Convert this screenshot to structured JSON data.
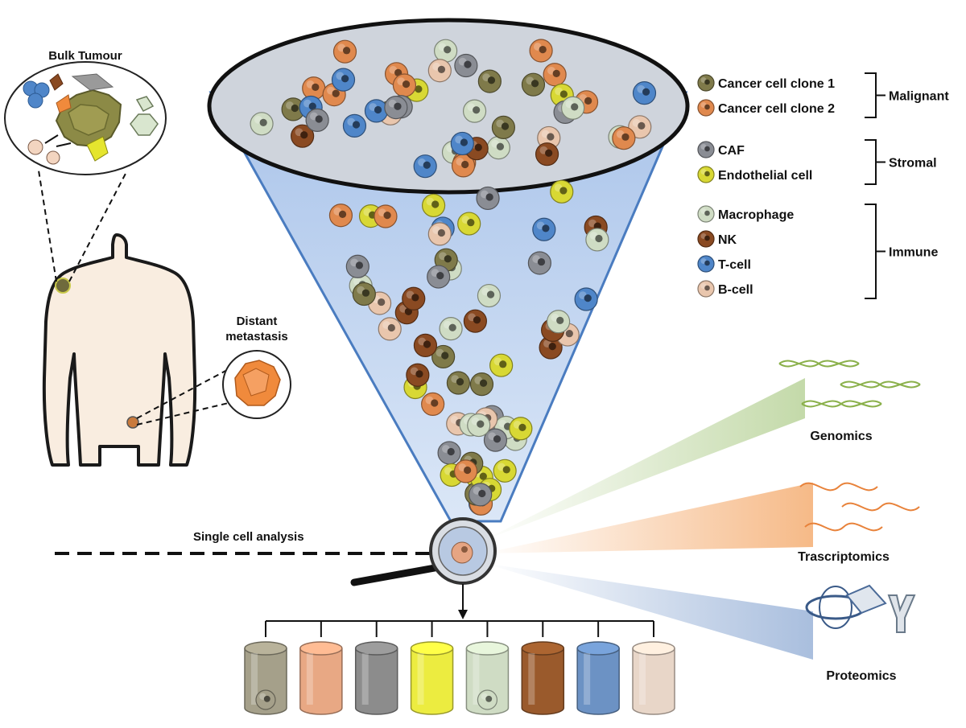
{
  "labels": {
    "bulk_tumour": "Bulk Tumour",
    "distant_metastasis_line1": "Distant",
    "distant_metastasis_line2": "metastasis",
    "single_cell_analysis": "Single cell analysis"
  },
  "legend": {
    "groups": [
      {
        "name": "Malignant",
        "items": [
          {
            "label": "Cancer cell clone 1",
            "color": "#7f7a4a"
          },
          {
            "label": "Cancer cell clone 2",
            "color": "#e0894e"
          }
        ]
      },
      {
        "name": "Stromal",
        "items": [
          {
            "label": "CAF",
            "color": "#8a8d94"
          },
          {
            "label": "Endothelial cell",
            "color": "#d8d834"
          }
        ]
      },
      {
        "name": "Immune",
        "items": [
          {
            "label": "Macrophage",
            "color": "#cfdcc4"
          },
          {
            "label": "NK",
            "color": "#8a4a22"
          },
          {
            "label": "T-cell",
            "color": "#4f86c9"
          },
          {
            "label": "B-cell",
            "color": "#e9c6ad"
          }
        ]
      }
    ]
  },
  "omics": [
    {
      "label": "Genomics",
      "color": "#9bbb59"
    },
    {
      "label": "Trascriptomics",
      "color": "#f0a060"
    },
    {
      "label": "Proteomics",
      "color": "#7f9fc9"
    }
  ],
  "tubes": [
    {
      "color": "#a5a08a"
    },
    {
      "color": "#e8a884"
    },
    {
      "color": "#8c8c8c"
    },
    {
      "color": "#ecec40"
    },
    {
      "color": "#cfdcc4"
    },
    {
      "color": "#9a5a2c"
    },
    {
      "color": "#6c92c4"
    },
    {
      "color": "#e8d6c8"
    }
  ]
}
